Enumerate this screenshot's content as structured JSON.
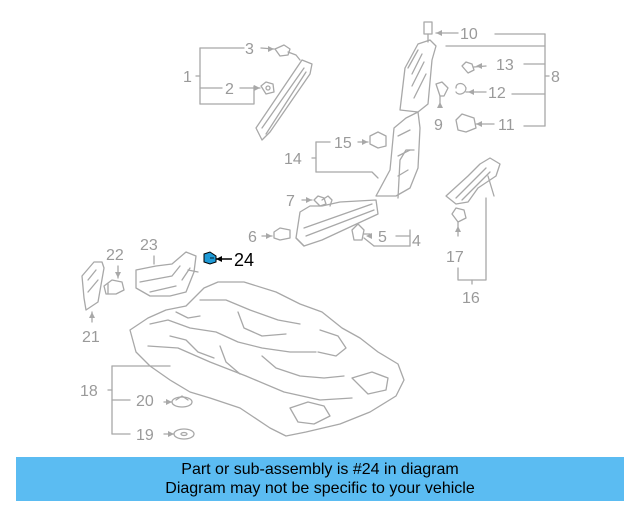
{
  "diagram": {
    "highlight_color": "#1f9ad6",
    "line_color": "#a8a8a8",
    "text_color": "#9a9a9a",
    "callouts": [
      {
        "id": "1",
        "label": "1"
      },
      {
        "id": "2",
        "label": "2"
      },
      {
        "id": "3",
        "label": "3"
      },
      {
        "id": "4",
        "label": "4"
      },
      {
        "id": "5",
        "label": "5"
      },
      {
        "id": "6",
        "label": "6"
      },
      {
        "id": "7",
        "label": "7"
      },
      {
        "id": "8",
        "label": "8"
      },
      {
        "id": "9",
        "label": "9"
      },
      {
        "id": "10",
        "label": "10"
      },
      {
        "id": "11",
        "label": "11"
      },
      {
        "id": "12",
        "label": "12"
      },
      {
        "id": "13",
        "label": "13"
      },
      {
        "id": "14",
        "label": "14"
      },
      {
        "id": "15",
        "label": "15"
      },
      {
        "id": "16",
        "label": "16"
      },
      {
        "id": "17",
        "label": "17"
      },
      {
        "id": "18",
        "label": "18"
      },
      {
        "id": "19",
        "label": "19"
      },
      {
        "id": "20",
        "label": "20"
      },
      {
        "id": "21",
        "label": "21"
      },
      {
        "id": "22",
        "label": "22"
      },
      {
        "id": "23",
        "label": "23"
      },
      {
        "id": "24",
        "label": "24",
        "highlighted": true
      }
    ]
  },
  "banner": {
    "line1": "Part or sub-assembly is #24 in diagram",
    "line2": "Diagram may not be specific to your vehicle",
    "background": "#5bbcf2"
  }
}
